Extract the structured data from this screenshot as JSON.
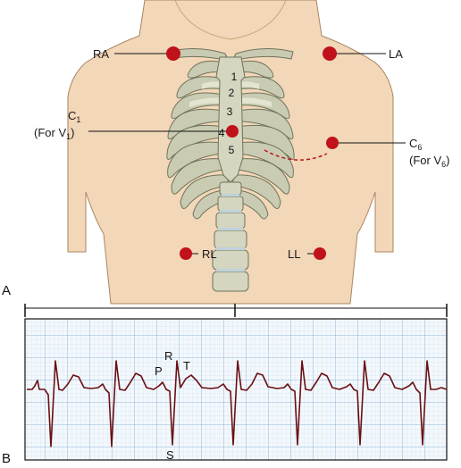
{
  "figure": {
    "panel_a": "A",
    "panel_b": "B"
  },
  "electrodes": {
    "ra": "RA",
    "la": "LA",
    "rl": "RL",
    "ll": "LL",
    "c1_main": "C",
    "c1_sub": "1",
    "c1_note_pre": "(For V",
    "c1_note_sub": "1",
    "c1_note_post": ")",
    "c6_main": "C",
    "c6_sub": "6",
    "c6_note_pre": "(For V",
    "c6_note_sub": "6",
    "c6_note_post": ")",
    "dot_color": "#c0121a"
  },
  "ribs": {
    "r1": "1",
    "r2": "2",
    "r3": "3",
    "r4": "4",
    "r5": "5"
  },
  "ecg": {
    "p": "P",
    "r": "R",
    "s": "S",
    "t": "T",
    "trace_color": "#6b0f12",
    "grid_color": "#8fb6d8",
    "paper_color": "#f3f8fc"
  }
}
